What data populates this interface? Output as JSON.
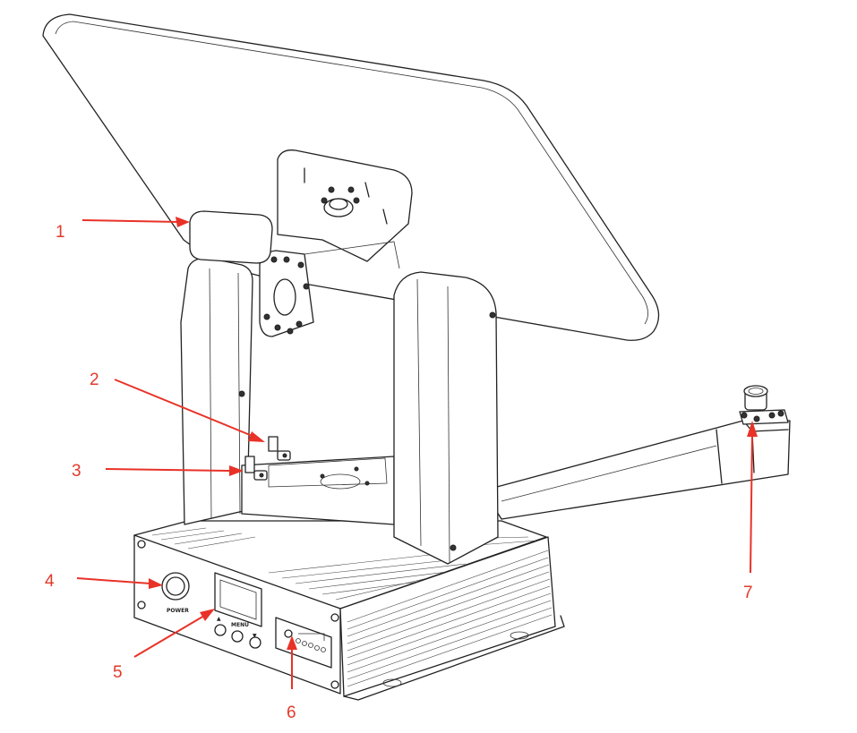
{
  "colors": {
    "callout": "#e03a2a",
    "arrow": "#e83228",
    "line": "#222222",
    "background": "#ffffff"
  },
  "callouts": [
    {
      "id": "1",
      "label": "1"
    },
    {
      "id": "2",
      "label": "2"
    },
    {
      "id": "3",
      "label": "3"
    },
    {
      "id": "4",
      "label": "4"
    },
    {
      "id": "5",
      "label": "5"
    },
    {
      "id": "6",
      "label": "6"
    },
    {
      "id": "7",
      "label": "7"
    }
  ],
  "panel_labels": {
    "power": "POWER",
    "menu": "MENU",
    "up": "▲",
    "down": "▼"
  }
}
